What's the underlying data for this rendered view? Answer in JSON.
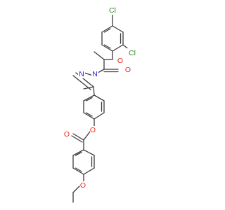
{
  "molecule": {
    "atoms": [
      {
        "id": "cl1",
        "symbol": "Cl",
        "color": "#2e8b22"
      },
      {
        "id": "cl2",
        "symbol": "Cl",
        "color": "#2e8b22"
      },
      {
        "id": "o_ether",
        "symbol": "O",
        "color": "#e8291c"
      },
      {
        "id": "o_amide",
        "symbol": "O",
        "color": "#e8291c"
      },
      {
        "id": "n_h",
        "symbol": "N",
        "color": "#2323e0"
      },
      {
        "id": "n_im",
        "symbol": "N",
        "color": "#2323e0"
      },
      {
        "id": "o_ester_single",
        "symbol": "O",
        "color": "#e8291c"
      },
      {
        "id": "o_ester_carbonyl",
        "symbol": "O",
        "color": "#e8291c"
      },
      {
        "id": "o_ethoxy",
        "symbol": "O",
        "color": "#e8291c"
      }
    ]
  }
}
